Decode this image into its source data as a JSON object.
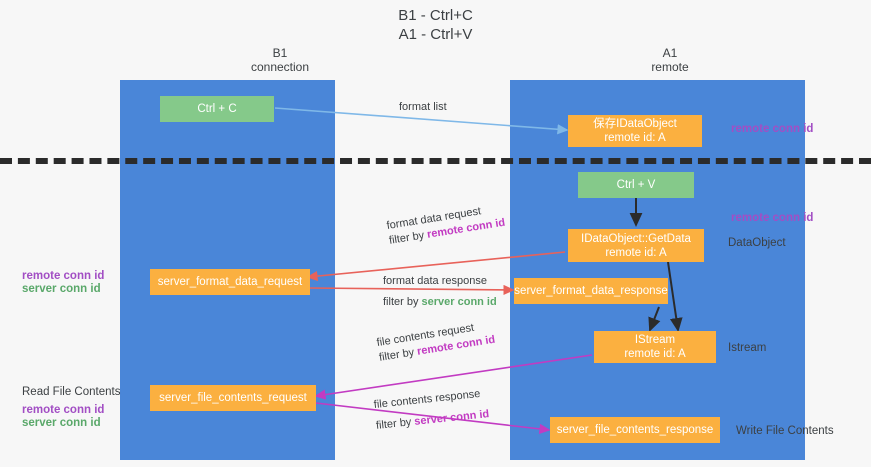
{
  "title": {
    "line1": "B1 - Ctrl+C",
    "line2": "A1 - Ctrl+V"
  },
  "columns": {
    "left": {
      "name": "B1",
      "role": "connection"
    },
    "right": {
      "name": "A1",
      "role": "remote"
    }
  },
  "nodes": {
    "ctrl_c": {
      "label": "Ctrl + C",
      "color": "#85c98a"
    },
    "save_idataobject": {
      "line1": "保存IDataObject",
      "line2": "remote id: A",
      "color": "#fbb040"
    },
    "ctrl_v": {
      "label": "Ctrl + V",
      "color": "#85c98a"
    },
    "idataobject_getdata": {
      "line1": "IDataObject::GetData",
      "line2": "remote id: A",
      "color": "#fbb040"
    },
    "server_format_data_request": {
      "label": "server_format_data_request",
      "color": "#fbb040"
    },
    "server_format_data_response": {
      "label": "server_format_data_response",
      "color": "#fbb040"
    },
    "istream": {
      "line1": "IStream",
      "line2": "remote id: A",
      "color": "#fbb040"
    },
    "server_file_contents_request": {
      "label": "server_file_contents_request",
      "color": "#fbb040"
    },
    "server_file_contents_response": {
      "label": "server_file_contents_response",
      "color": "#fbb040"
    }
  },
  "edges": {
    "format_list": {
      "label": "format list"
    },
    "format_data_request": {
      "label": "format data request",
      "filter_prefix": "filter by ",
      "filter_value": "remote conn id"
    },
    "format_data_response": {
      "label": "format data response",
      "filter_prefix": "filter by ",
      "filter_value": "server conn id"
    },
    "file_contents_request": {
      "label": "file contents request",
      "filter_prefix": "filter by ",
      "filter_value": "remote conn id"
    },
    "file_contents_response": {
      "label": "file contents response",
      "filter_prefix": "filter by ",
      "filter_value": "server conn id"
    }
  },
  "annotations": {
    "right_remote_conn_id_top": "remote conn id",
    "right_remote_conn_id_mid": "remote conn id",
    "right_dataobject": "DataObject",
    "right_istream": "Istream",
    "right_write_file_contents": "Write File Contents",
    "left_read_file_contents": "Read File Contents",
    "left_remote_conn_id_mid": "remote conn id",
    "left_server_conn_id_mid": "server conn id",
    "left_remote_conn_id_bottom": "remote conn id",
    "left_server_conn_id_bottom": "server conn id"
  },
  "colors": {
    "lane": "#4a86d8",
    "green_node": "#85c98a",
    "orange_node": "#fbb040",
    "purple": "#a24ec4",
    "green_text": "#5aa86a",
    "arrow_blue": "#7fb8e8",
    "arrow_red": "#e8625a",
    "arrow_magenta": "#c23bc2",
    "arrow_dark": "#2b2b2b",
    "divider": "#2b2b2b",
    "background": "#f7f7f7"
  }
}
